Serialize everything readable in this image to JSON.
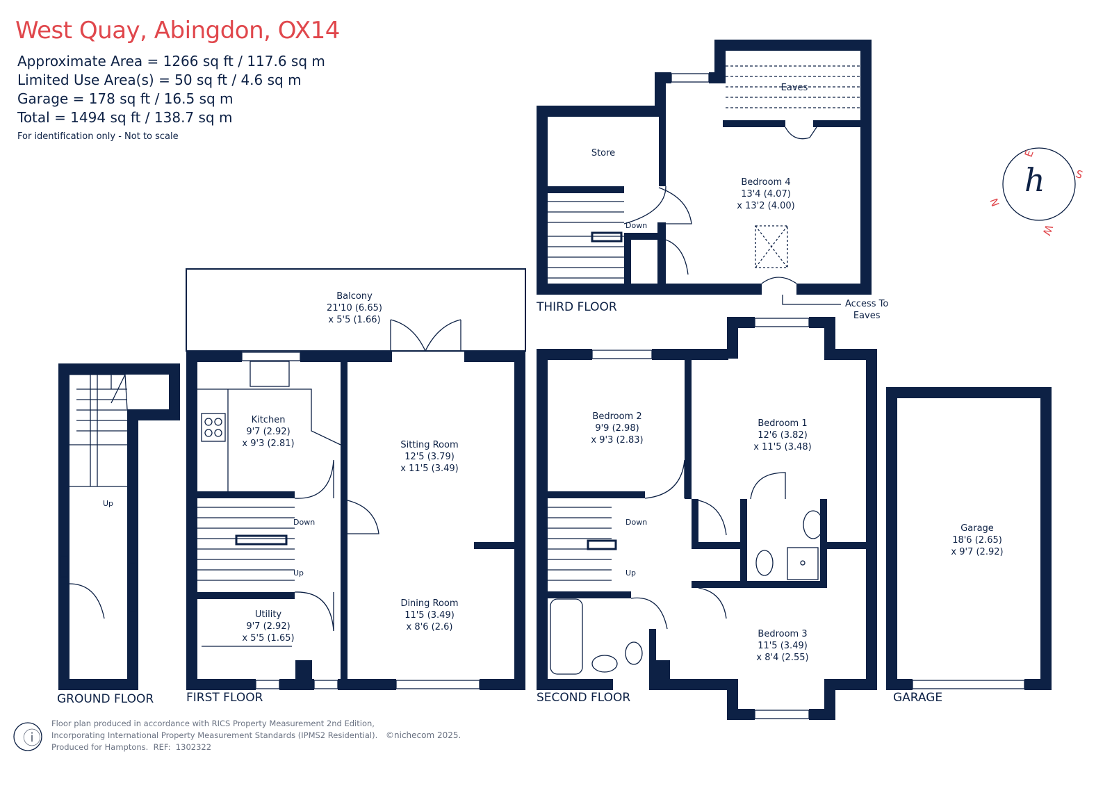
{
  "header": {
    "title": "West Quay, Abingdon, OX14",
    "approx_area": "Approximate Area = 1266 sq ft / 117.6 sq m",
    "limited_use": "Limited Use Area(s) = 50 sq ft / 4.6 sq m",
    "garage_area": "Garage = 178 sq ft / 16.5 sq m",
    "total": "Total = 1494 sq ft / 138.7 sq m",
    "disclaimer": "For identification only - Not to scale"
  },
  "colors": {
    "title": "#e0474c",
    "wall": "#0d2145",
    "muted": "#6b7383"
  },
  "floors": {
    "ground": "GROUND FLOOR",
    "first": "FIRST FLOOR",
    "second": "SECOND FLOOR",
    "third": "THIRD FLOOR",
    "garage": "GARAGE"
  },
  "rooms": {
    "balcony": {
      "name": "Balcony",
      "dim1": "21'10 (6.65)",
      "dim2": "x 5'5 (1.66)"
    },
    "kitchen": {
      "name": "Kitchen",
      "dim1": "9'7 (2.92)",
      "dim2": "x 9'3 (2.81)"
    },
    "sitting": {
      "name": "Sitting Room",
      "dim1": "12'5 (3.79)",
      "dim2": "x 11'5 (3.49)"
    },
    "dining": {
      "name": "Dining Room",
      "dim1": "11'5 (3.49)",
      "dim2": "x 8'6 (2.6)"
    },
    "utility": {
      "name": "Utility",
      "dim1": "9'7 (2.92)",
      "dim2": "x 5'5 (1.65)"
    },
    "bedroom2": {
      "name": "Bedroom 2",
      "dim1": "9'9 (2.98)",
      "dim2": "x 9'3 (2.83)"
    },
    "bedroom1": {
      "name": "Bedroom 1",
      "dim1": "12'6 (3.82)",
      "dim2": "x 11'5 (3.48)"
    },
    "bedroom3": {
      "name": "Bedroom 3",
      "dim1": "11'5 (3.49)",
      "dim2": "x 8'4 (2.55)"
    },
    "bedroom4": {
      "name": "Bedroom 4",
      "dim1": "13'4 (4.07)",
      "dim2": "x 13'2 (4.00)"
    },
    "garage": {
      "name": "Garage",
      "dim1": "18'6 (2.65)",
      "dim2": "x 9'7 (2.92)"
    },
    "store": {
      "name": "Store"
    },
    "eaves": {
      "name": "Eaves"
    }
  },
  "stairs": {
    "up": "Up",
    "down": "Down"
  },
  "access_eaves": {
    "line1": "Access To",
    "line2": "Eaves"
  },
  "compass": {
    "n": "N",
    "e": "E",
    "s": "S",
    "w": "W"
  },
  "footer": {
    "line1": "Floor plan produced in accordance with RICS Property Measurement 2nd Edition,",
    "line2": "Incorporating International Property Measurement Standards (IPMS2 Residential).",
    "line3": "Produced for Hamptons.  REF:  1302322",
    "copyright": "©nichecom 2025."
  }
}
